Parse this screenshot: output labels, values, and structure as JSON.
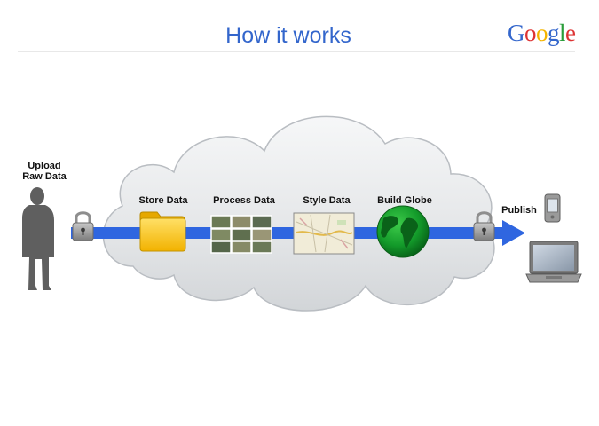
{
  "header": {
    "title": "How it works",
    "logo_letters": [
      {
        "ch": "G",
        "color": "#3366cc"
      },
      {
        "ch": "o",
        "color": "#dd3333"
      },
      {
        "ch": "o",
        "color": "#f4b400"
      },
      {
        "ch": "g",
        "color": "#3366cc"
      },
      {
        "ch": "l",
        "color": "#2a9d3a"
      },
      {
        "ch": "e",
        "color": "#dd3333"
      }
    ]
  },
  "diagram": {
    "upload_label_line1": "Upload",
    "upload_label_line2": "Raw Data",
    "steps": {
      "store": "Store Data",
      "process": "Process Data",
      "style": "Style Data",
      "globe": "Build Globe"
    },
    "publish_label": "Publish",
    "colors": {
      "arrow": "#2f66e0",
      "cloud": "#e6e8ea",
      "folder": "#f7c51c",
      "globe": "#128a28"
    },
    "icons": [
      "person-silhouette-icon",
      "lock-icon",
      "folder-icon",
      "satellite-tiles-icon",
      "map-icon",
      "globe-icon",
      "phone-icon",
      "laptop-icon"
    ]
  }
}
